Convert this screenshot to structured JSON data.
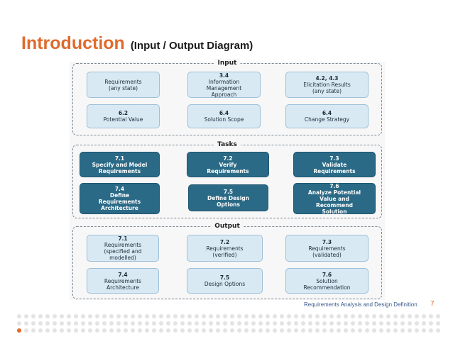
{
  "title": {
    "main": "Introduction",
    "sub": "(Input / Output Diagram)"
  },
  "diagram": {
    "input": {
      "label": "Input",
      "boxes": [
        {
          "num": "",
          "text": "Requirements\n(any state)"
        },
        {
          "num": "3.4",
          "text": "Information\nManagement\nApproach"
        },
        {
          "num": "4.2, 4.3",
          "text": "Elicitation Results\n(any state)"
        },
        {
          "num": "6.2",
          "text": "Potential Value"
        },
        {
          "num": "6.4",
          "text": "Solution Scope"
        },
        {
          "num": "6.4",
          "text": "Change Strategy"
        }
      ]
    },
    "tasks": {
      "label": "Tasks",
      "boxes": [
        {
          "num": "7.1",
          "text": "Specify and Model\nRequirements"
        },
        {
          "num": "7.2",
          "text": "Verify\nRequirements"
        },
        {
          "num": "7.3",
          "text": "Validate\nRequirements"
        },
        {
          "num": "7.4",
          "text": "Define\nRequirements\nArchitecture"
        },
        {
          "num": "7.5",
          "text": "Define Design\nOptions"
        },
        {
          "num": "7.6",
          "text": "Analyze Potential\nValue and\nRecommend\nSolution"
        }
      ]
    },
    "output": {
      "label": "Output",
      "boxes": [
        {
          "num": "7.1",
          "text": "Requirements\n(specified and\nmodelled)"
        },
        {
          "num": "7.2",
          "text": "Requirements\n(verified)"
        },
        {
          "num": "7.3",
          "text": "Requirements\n(validated)"
        },
        {
          "num": "7.4",
          "text": "Requirements\nArchitecture"
        },
        {
          "num": "7.5",
          "text": "Design Options"
        },
        {
          "num": "7.6",
          "text": "Solution\nRecommendation"
        }
      ]
    }
  },
  "footer": {
    "text": "Requirements Analysis and Design Definition",
    "page": "7"
  },
  "colors": {
    "accent": "#e06a2c",
    "task_box": "#2b6a86",
    "input_output_box": "#d9e9f4"
  }
}
